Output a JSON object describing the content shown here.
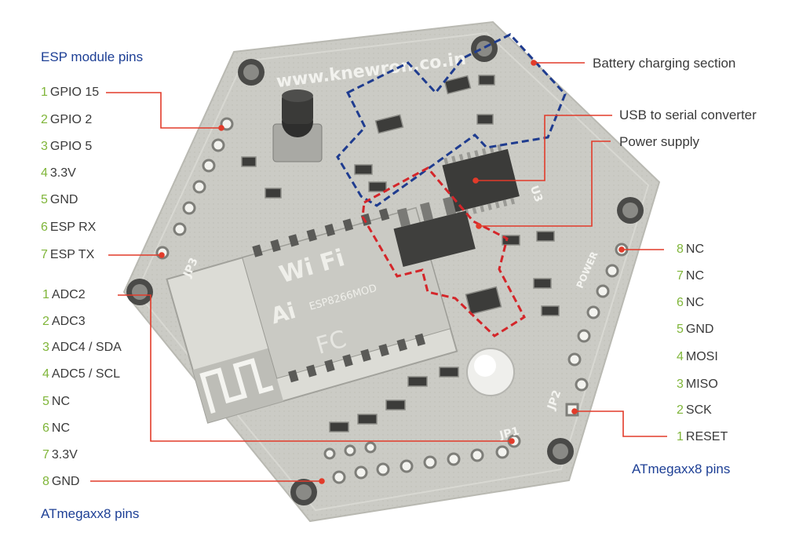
{
  "board": {
    "url_text": "www.knewron.co.in",
    "module_label_1": "Wi Fi",
    "module_label_2": "Ai",
    "module_label_3": "ESP8266MOD",
    "module_label_4": "FC",
    "silkscreen_jp1": "JP1",
    "silkscreen_jp2": "JP2",
    "silkscreen_jp3": "JP3",
    "silkscreen_u3": "U3",
    "silkscreen_power": "POWER"
  },
  "headings": {
    "esp_title": "ESP module pins",
    "atmega_bottom_title": "ATmegaxx8 pins",
    "atmega_right_title": "ATmegaxx8 pins"
  },
  "esp_pins": [
    {
      "num": "1",
      "label": "GPIO 15"
    },
    {
      "num": "2",
      "label": "GPIO 2"
    },
    {
      "num": "3",
      "label": "GPIO 5"
    },
    {
      "num": "4",
      "label": "3.3V"
    },
    {
      "num": "5",
      "label": "GND"
    },
    {
      "num": "6",
      "label": "ESP RX"
    },
    {
      "num": "7",
      "label": "ESP TX"
    }
  ],
  "adc_pins": [
    {
      "num": "1",
      "label": "ADC2"
    },
    {
      "num": "2",
      "label": "ADC3"
    },
    {
      "num": "3",
      "label": "ADC4 / SDA"
    },
    {
      "num": "4",
      "label": "ADC5 / SCL"
    },
    {
      "num": "5",
      "label": "NC"
    },
    {
      "num": "6",
      "label": "NC"
    },
    {
      "num": "7",
      "label": "3.3V"
    },
    {
      "num": "8",
      "label": "GND"
    }
  ],
  "right_pins": [
    {
      "num": "8",
      "label": "NC"
    },
    {
      "num": "7",
      "label": "NC"
    },
    {
      "num": "6",
      "label": "NC"
    },
    {
      "num": "5",
      "label": "GND"
    },
    {
      "num": "4",
      "label": "MOSI"
    },
    {
      "num": "3",
      "label": "MISO"
    },
    {
      "num": "2",
      "label": "SCK"
    },
    {
      "num": "1",
      "label": "RESET"
    }
  ],
  "callouts": {
    "battery": "Battery charging section",
    "usb": "USB to serial converter",
    "power": "Power supply"
  },
  "colors": {
    "heading": "#1d3f95",
    "pin_number": "#7fb539",
    "leader_line": "#e23b2a",
    "battery_box": "#1f3c8f",
    "power_box": "#d4262a",
    "board": "#cfcfc9",
    "text": "#3a3a3a"
  }
}
